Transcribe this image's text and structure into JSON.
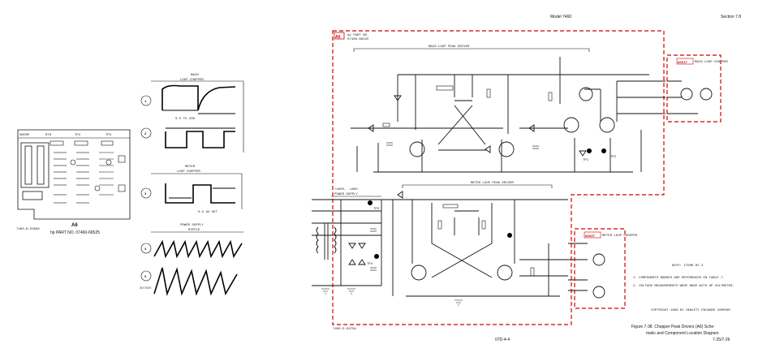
{
  "header": {
    "model": "Model 7460",
    "section": "Section 7.8"
  },
  "board_layout": {
    "part_label": "A6",
    "part_number": "hp PART NO. 07460-66525",
    "drawing_number": "7460-B-0360A",
    "column_labels": [
      "SBCMP",
      "R76",
      "TP2",
      "TP3"
    ]
  },
  "waveforms": {
    "main": {
      "title_line1": "MAIN",
      "title_line2": "LOOP CHOPPER",
      "marker_top": "1",
      "marker_bottom": "2",
      "time_label": "0.5 TO 200"
    },
    "meter": {
      "title_line1": "METER",
      "title_line2": "LOOP CHOPPER",
      "marker": "3",
      "time_label": "0.5 AV SET"
    },
    "power": {
      "title_line1": "POWER SUPPLY",
      "title_line2": "RIPPLE",
      "marker_top": "4",
      "marker_bottom": "5",
      "note": "2V/DIV"
    }
  },
  "schematic": {
    "board_id": "A6",
    "board_desc_line1": "hp PART NO.",
    "board_desc_line2": "07460-66525",
    "main_driver_label": "MAIN LOOP PEAK DRIVER",
    "meter_driver_label": "METER LOOP PEAK DRIVER",
    "power_supply_label_line1": "+160V, -160V",
    "power_supply_label_line2": "POWER SUPPLY",
    "a6_top_label": "A6S1T",
    "a6_top_sub": "MAIN LOOP CHOPPER",
    "a6_bottom_label": "A6S2T",
    "a6_bottom_sub": "METER LOOP CHOPPER",
    "tp_labels": [
      "TP1",
      "TP2",
      "TP3",
      "TP4"
    ],
    "drawing_number": "7460-D-0375A"
  },
  "notes": {
    "title": "NOTE: ITEMS BY 2",
    "line1": "1. COMPONENTS MARKED ARE REFERENCED ON TABLE 7.",
    "line2": "2. VOLTAGE MEASUREMENTS WERE MADE WITH HP VOLTMETER.",
    "copyright": "COPYRIGHT 1966 BY HEWLETT-PACKARD COMPANY"
  },
  "footer": {
    "page_number": "07D-4-4",
    "caption_line1": "Figure 7-38. Chopper Peak Drivers (A6) Sche-",
    "caption_line2": "matic and Component Location Diagram",
    "caption_line3": "7-25/7-26"
  }
}
